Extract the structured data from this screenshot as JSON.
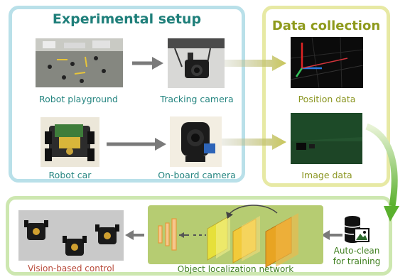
{
  "setup": {
    "title": "Experimental setup",
    "robot_playground": "Robot playground",
    "tracking_camera": "Tracking camera",
    "robot_car": "Robot car",
    "onboard_camera": "On-board camera"
  },
  "collection": {
    "title": "Data collection",
    "position_data": "Position data",
    "image_data": "Image data"
  },
  "bottom": {
    "vision_control": "Vision-based control",
    "network": "Object localization network",
    "autoclean_line1": "Auto-clean",
    "autoclean_line2": "for training"
  },
  "colors": {
    "setup_border": "#b9e0e9",
    "data_border": "#e7e9a4",
    "bottom_border": "#cde7b0",
    "network_bg": "#b6cc72",
    "teal_text": "#258580",
    "olive_text": "#8a9520",
    "red_text": "#b84a3a",
    "green_arrow": "#5ab02e"
  },
  "icons": [
    "database-icon",
    "image-icon",
    "arrow-right-icon",
    "arrow-left-icon"
  ]
}
